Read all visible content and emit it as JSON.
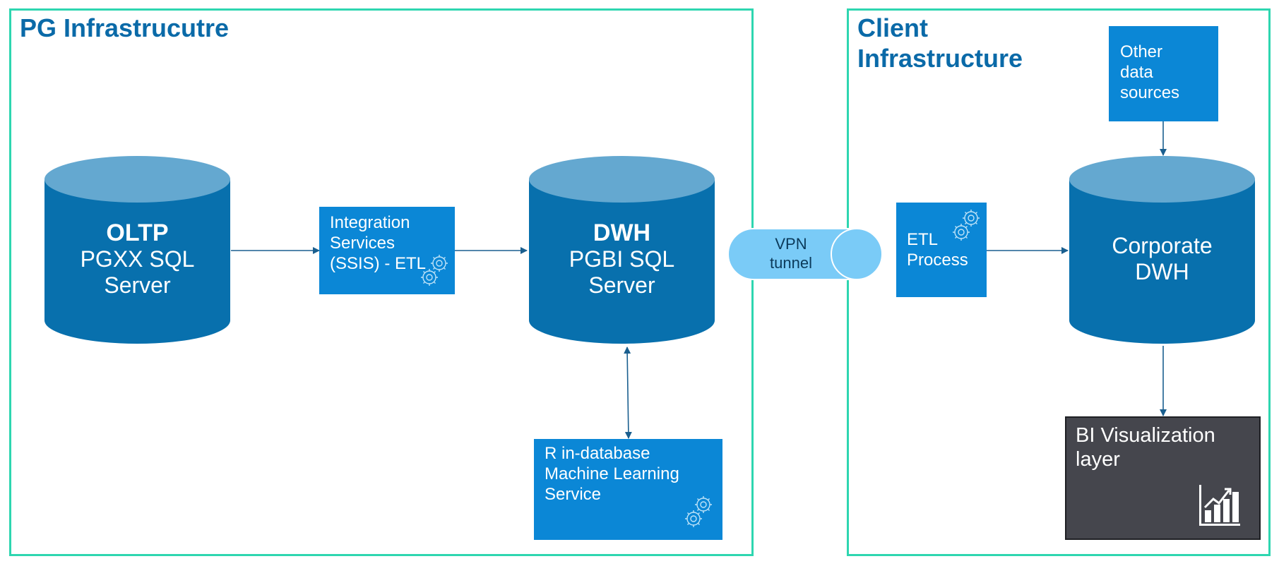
{
  "frames": {
    "pg": {
      "title": "PG Infrastrucutre"
    },
    "client": {
      "title_line1": "Client",
      "title_line2": "Infrastructure"
    }
  },
  "databases": {
    "oltp": {
      "name": "OLTP",
      "line1": "PGXX SQL",
      "line2": "Server"
    },
    "dwh": {
      "name": "DWH",
      "line1": "PGBI SQL",
      "line2": "Server"
    },
    "corporate": {
      "line1": "Corporate",
      "line2": "DWH"
    }
  },
  "boxes": {
    "ssis": {
      "line1": "Integration",
      "line2": "Services",
      "line3": "(SSIS) - ETL"
    },
    "r_ml": {
      "line1": "R in-database",
      "line2": "Machine Learning",
      "line3": "Service"
    },
    "etl": {
      "line1": "ETL",
      "line2": "Process"
    },
    "other_sources": {
      "line1": "Other",
      "line2": "data",
      "line3": "sources"
    },
    "bi": {
      "line1": "BI Visualization",
      "line2": "layer"
    }
  },
  "vpn": {
    "line1": "VPN",
    "line2": "tunnel"
  },
  "icons": {
    "gears": "gears-icon",
    "chart": "bar-chart-icon"
  },
  "colors": {
    "frame_border": "#2ed6b0",
    "title": "#0a6aa8",
    "db_body": "#0870ad",
    "db_top": "#64a8d0",
    "box": "#0b87d6",
    "bi_box": "#45464d",
    "vpn": "#7acbf7",
    "arrow": "#1a5f8f"
  }
}
